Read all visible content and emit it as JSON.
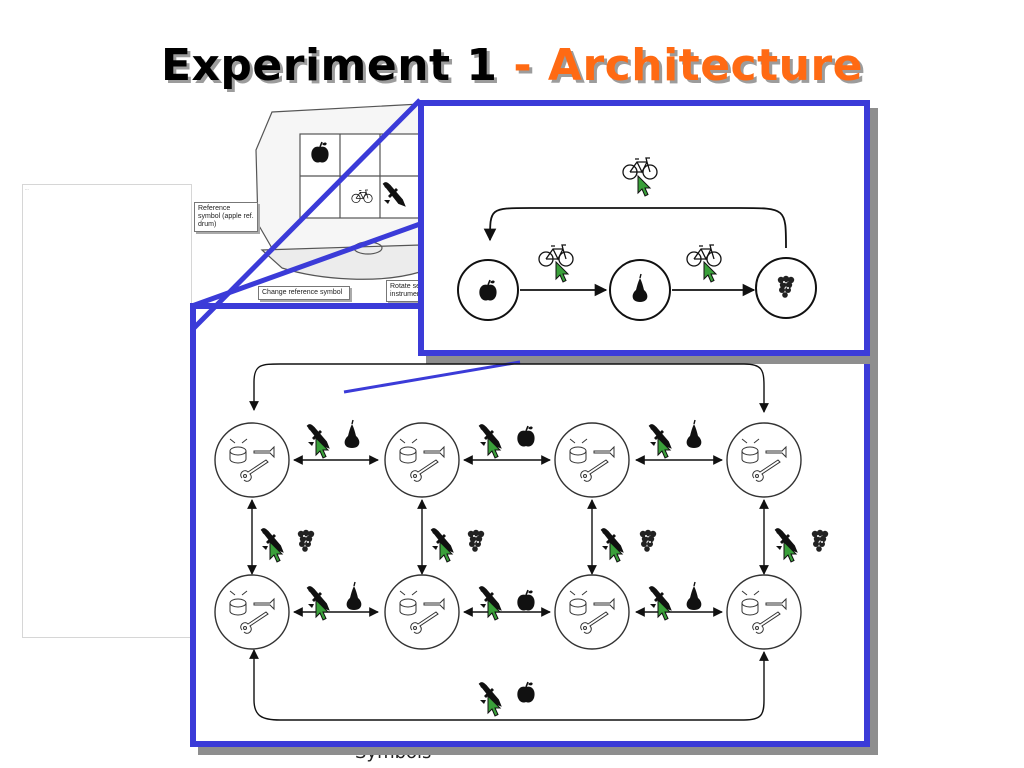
{
  "title": {
    "main": "Experiment 1",
    "dash": " - ",
    "accent": "Architecture"
  },
  "callouts": {
    "reference": "Reference symbol (apple ref. drum)",
    "change": "Change reference symbol",
    "rotate": "Rotate se instrumen"
  },
  "bg_window_caption": "...",
  "footer": "Symbols",
  "colors": {
    "frame_blue": "#3b3bd8",
    "accent_orange": "#ff6a13",
    "cursor_green": "#3aa03a"
  },
  "icons": [
    "apple-icon",
    "pear-icon",
    "grapes-icon",
    "bicycle-icon",
    "airplane-icon",
    "drum-icon",
    "trumpet-icon",
    "guitar-icon",
    "cursor-icon"
  ]
}
